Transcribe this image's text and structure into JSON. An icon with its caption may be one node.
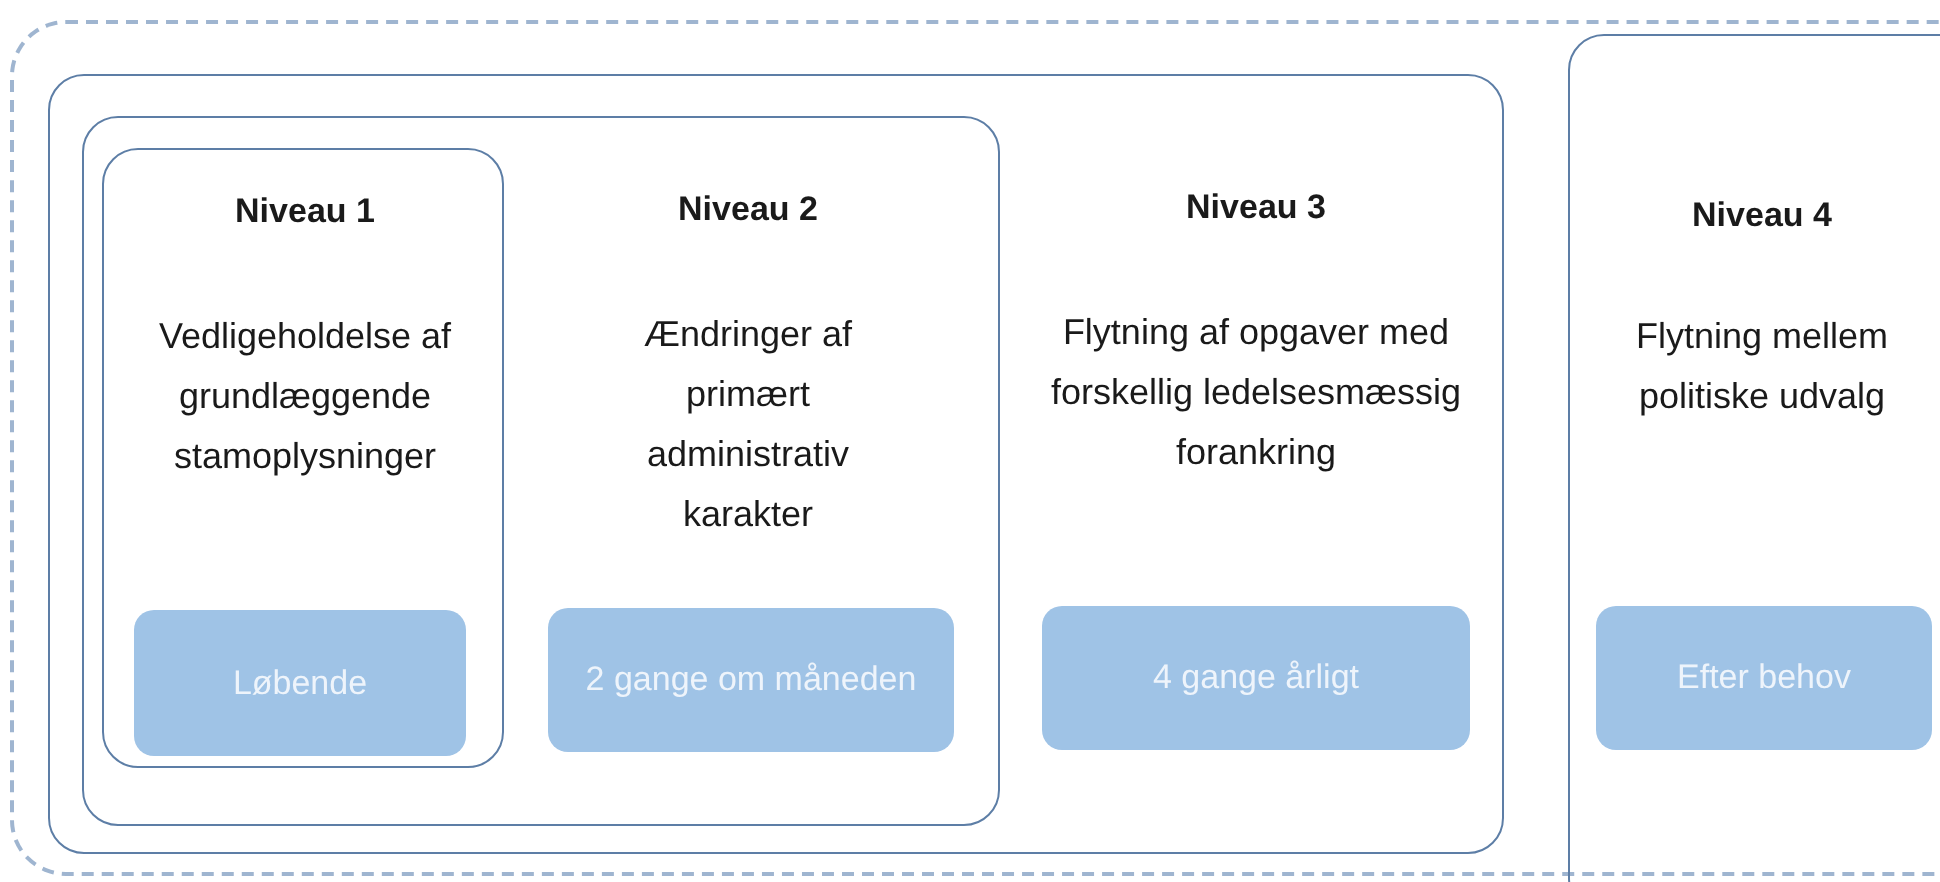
{
  "diagram": {
    "nodes": [
      {
        "text": [],
        "shape": "box"
      },
      {
        "text": [
          "Niveau 3",
          "Flytning af opgaver med forskellig ledelsesmæssig forankring"
        ],
        "in": 0
      },
      {
        "text": [
          "Niveau 2",
          "Ændringer af primært administrativ karakter"
        ],
        "in": 1
      },
      {
        "text": [
          "Niveau 1",
          "Vedligeholdelse af grundlæggende stamoplysninger"
        ],
        "in": 2
      },
      {
        "text": [
          "Løbende"
        ],
        "in": 3
      },
      {
        "text": [
          "2 gange om måneden"
        ],
        "in": 2
      },
      {
        "text": [
          "4 gange årligt"
        ],
        "in": 1
      },
      {
        "text": [
          "Niveau 4",
          "Flytning mellem politiske udvalg"
        ],
        "in": 0
      },
      {
        "text": [
          "Efter behov"
        ],
        "in": 7
      }
    ]
  }
}
